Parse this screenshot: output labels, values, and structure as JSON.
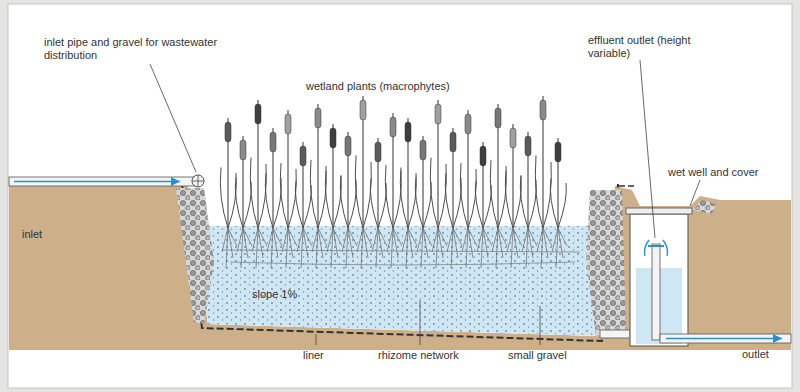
{
  "diagram": {
    "labels": [
      "inlet pipe and gravel for wastewater distribution",
      "wetland plants (macrophytes)",
      "effluent outlet (height variable)",
      "wet well and cover",
      "inlet",
      "slope 1%",
      "liner",
      "rhizome network",
      "small gravel",
      "outlet"
    ]
  }
}
